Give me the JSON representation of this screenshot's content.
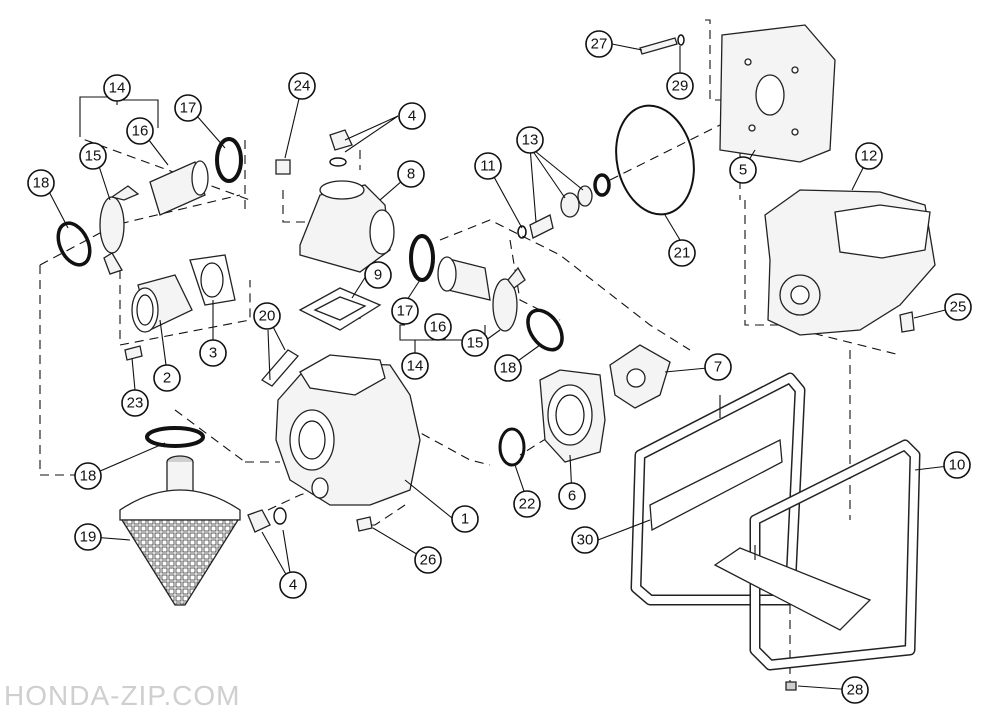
{
  "watermark": "HONDA-ZIP.COM",
  "callouts": [
    {
      "label": "1"
    },
    {
      "label": "2"
    },
    {
      "label": "3"
    },
    {
      "label": "4"
    },
    {
      "label": "4"
    },
    {
      "label": "5"
    },
    {
      "label": "6"
    },
    {
      "label": "7"
    },
    {
      "label": "8"
    },
    {
      "label": "9"
    },
    {
      "label": "10"
    },
    {
      "label": "11"
    },
    {
      "label": "12"
    },
    {
      "label": "13"
    },
    {
      "label": "14"
    },
    {
      "label": "14"
    },
    {
      "label": "15"
    },
    {
      "label": "15"
    },
    {
      "label": "16"
    },
    {
      "label": "16"
    },
    {
      "label": "17"
    },
    {
      "label": "17"
    },
    {
      "label": "18"
    },
    {
      "label": "18"
    },
    {
      "label": "18"
    },
    {
      "label": "19"
    },
    {
      "label": "20"
    },
    {
      "label": "21"
    },
    {
      "label": "22"
    },
    {
      "label": "23"
    },
    {
      "label": "24"
    },
    {
      "label": "25"
    },
    {
      "label": "26"
    },
    {
      "label": "27"
    },
    {
      "label": "28"
    },
    {
      "label": "29"
    },
    {
      "label": "30"
    }
  ]
}
